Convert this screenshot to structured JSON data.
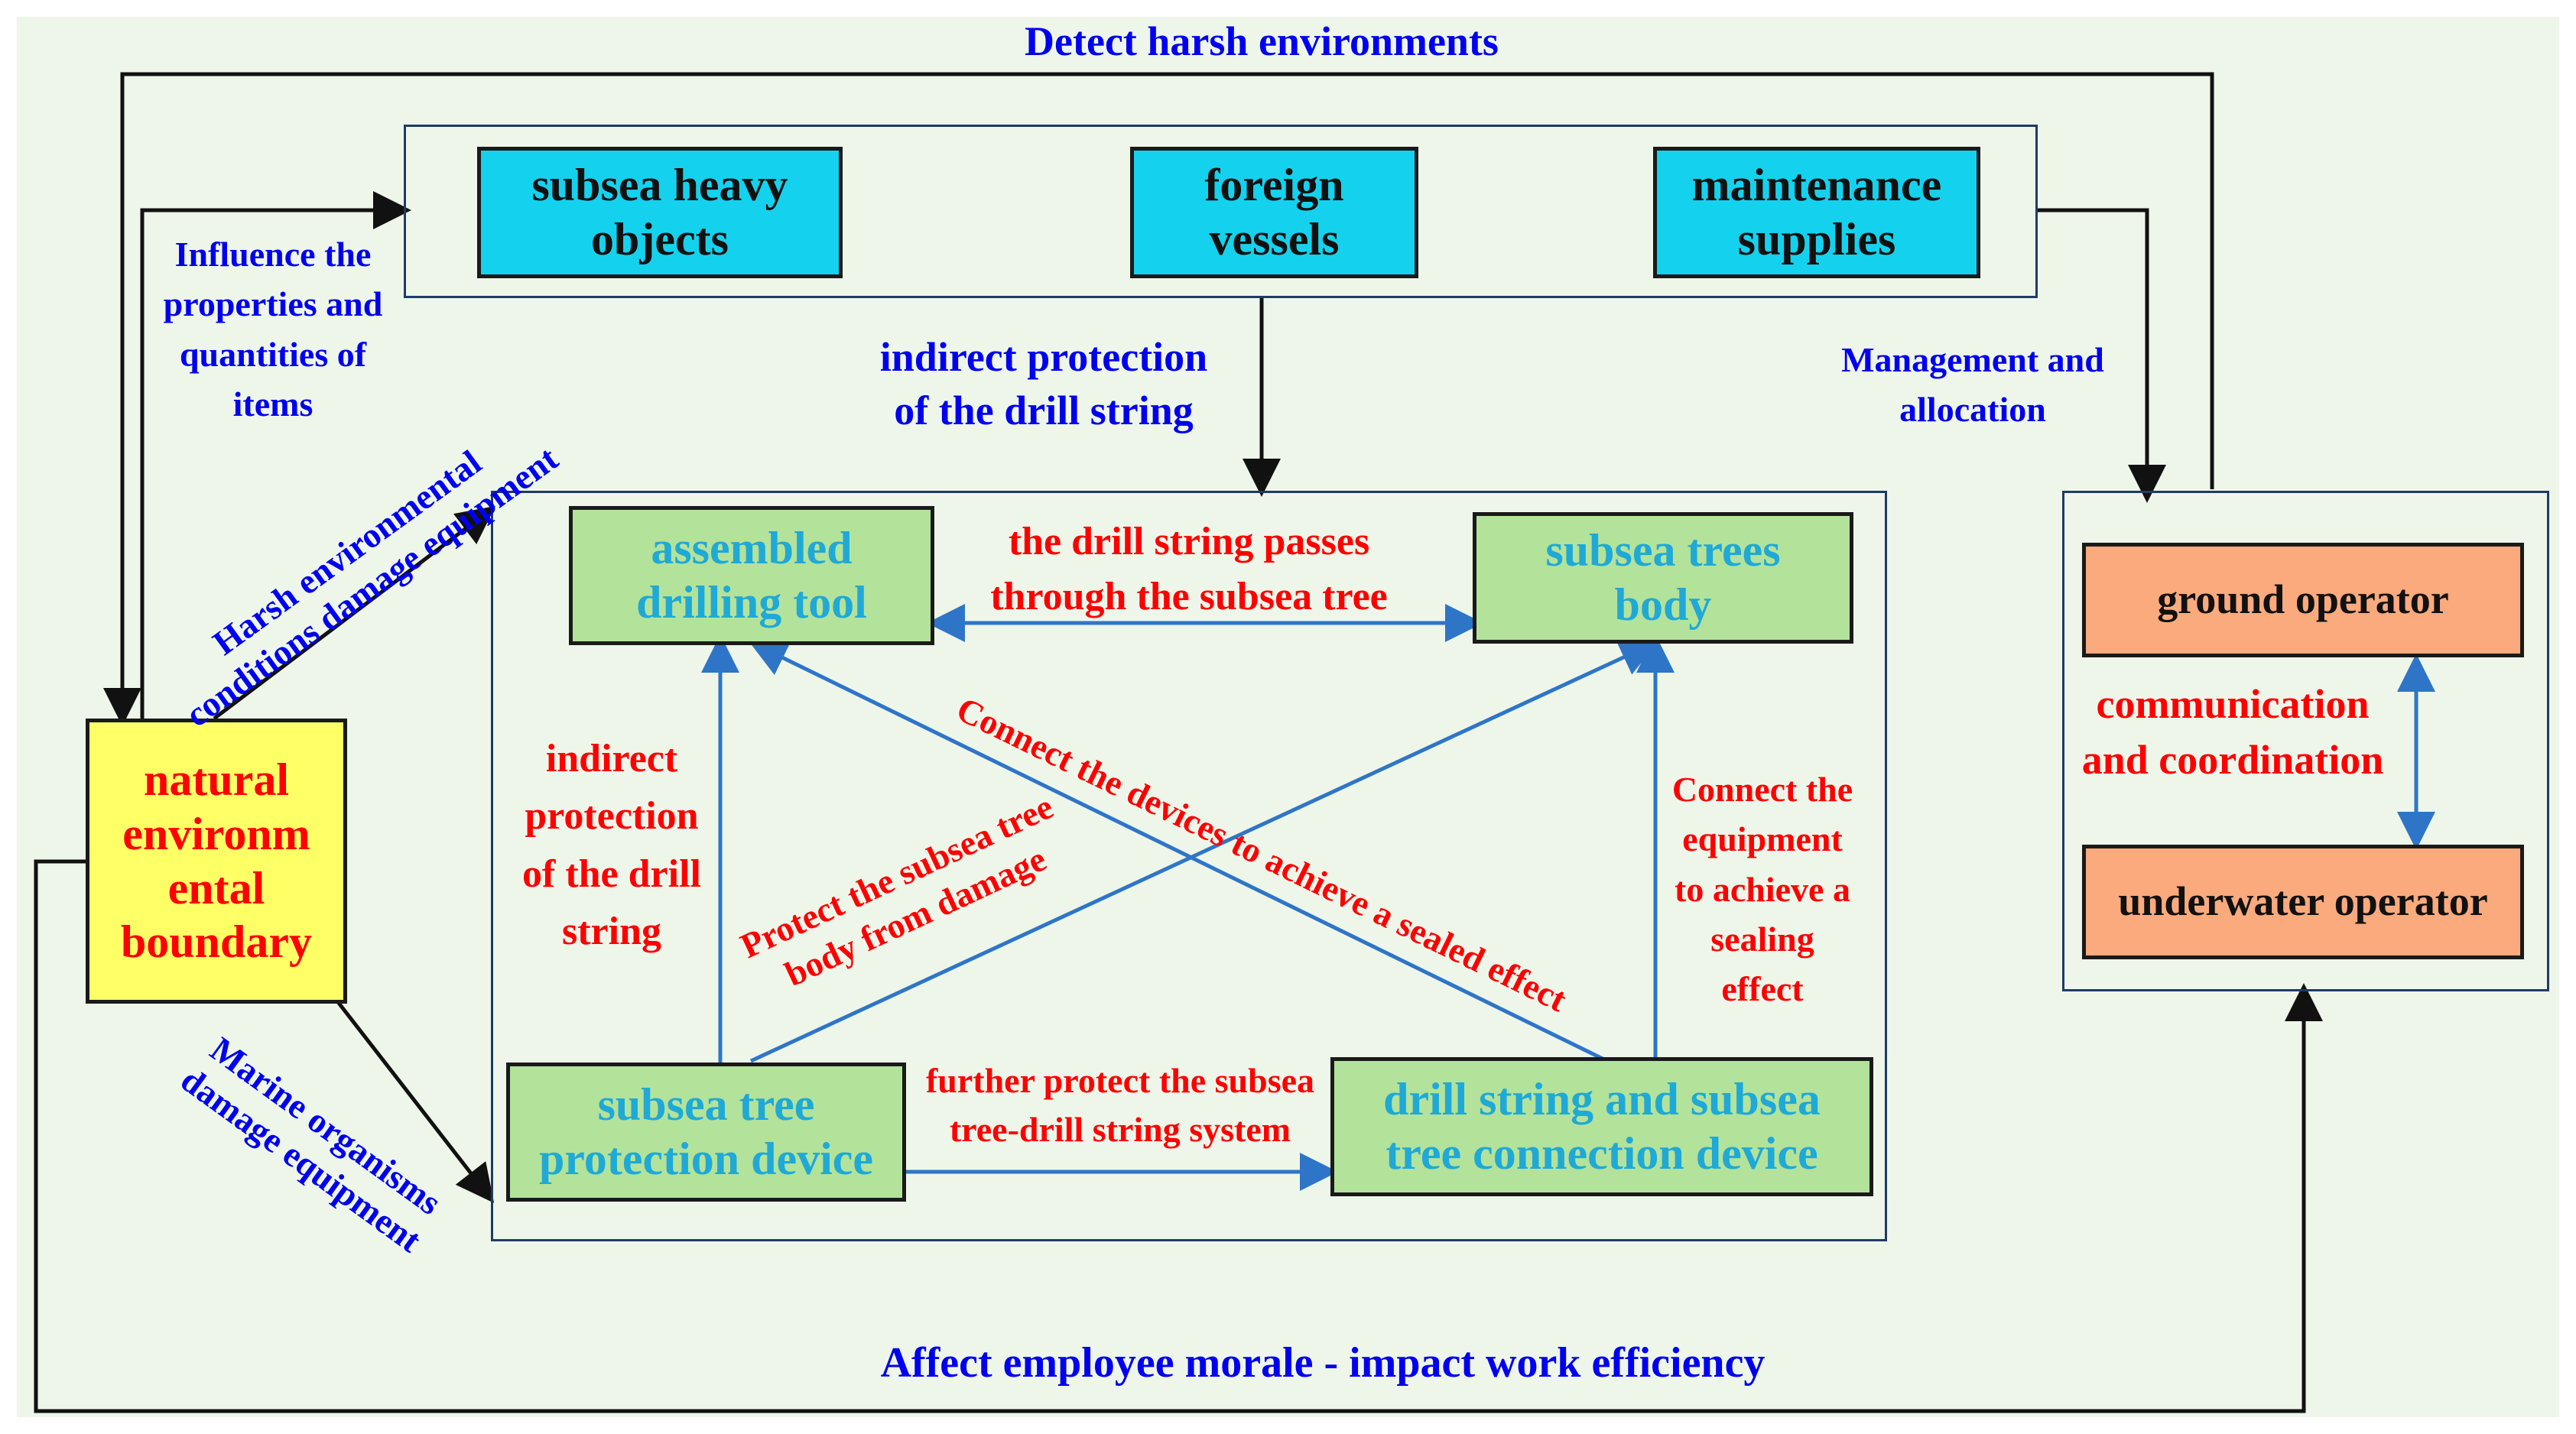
{
  "boxes": {
    "heavy_objects": "subsea heavy\nobjects",
    "foreign_vessels": "foreign\nvessels",
    "maintenance_supplies": "maintenance\nsupplies",
    "drilling_tool": "assembled\ndrilling tool",
    "subsea_trees_body": "subsea trees\nbody",
    "tree_protection": "subsea tree\nprotection device",
    "connection_device": "drill string and subsea\ntree connection device",
    "natural_boundary": "natural\nenvironm\nental\nboundary",
    "ground_operator": "ground operator",
    "underwater_operator": "underwater operator"
  },
  "labels": {
    "detect_harsh": "Detect harsh environments",
    "influence_items": "Influence the\nproperties and\nquantities of\nitems",
    "indirect_top": "indirect protection\nof the drill string",
    "management": "Management and\nallocation",
    "harsh_damage": "Harsh environmental\nconditions damage equipment",
    "marine_damage": "Marine organisms\ndamage equipment",
    "passes_through": "the drill string passes\nthrough the subsea tree",
    "connect_devices": "Connect the devices to achieve a sealed effect",
    "indirect_left": "indirect\nprotection\nof the drill\nstring",
    "protect_tree": "Protect the subsea tree\nbody from damage",
    "connect_equipment": "Connect the\nequipment\nto achieve a\nsealing\neffect",
    "further_protect": "further protect the subsea\ntree-drill string system",
    "communication": "communication\nand coordination",
    "affect_morale": "Affect employee morale - impact work efficiency"
  },
  "colors": {
    "blue_text": "#0000F0",
    "red_text": "#FF0000",
    "cyan_box": "#14D2EE",
    "green_box": "#B3E29B",
    "green_text": "#1FA9D6",
    "orange_box": "#FAAA7C",
    "yellow_box": "#FFFF66",
    "arrow_blue": "#2E75C8"
  }
}
